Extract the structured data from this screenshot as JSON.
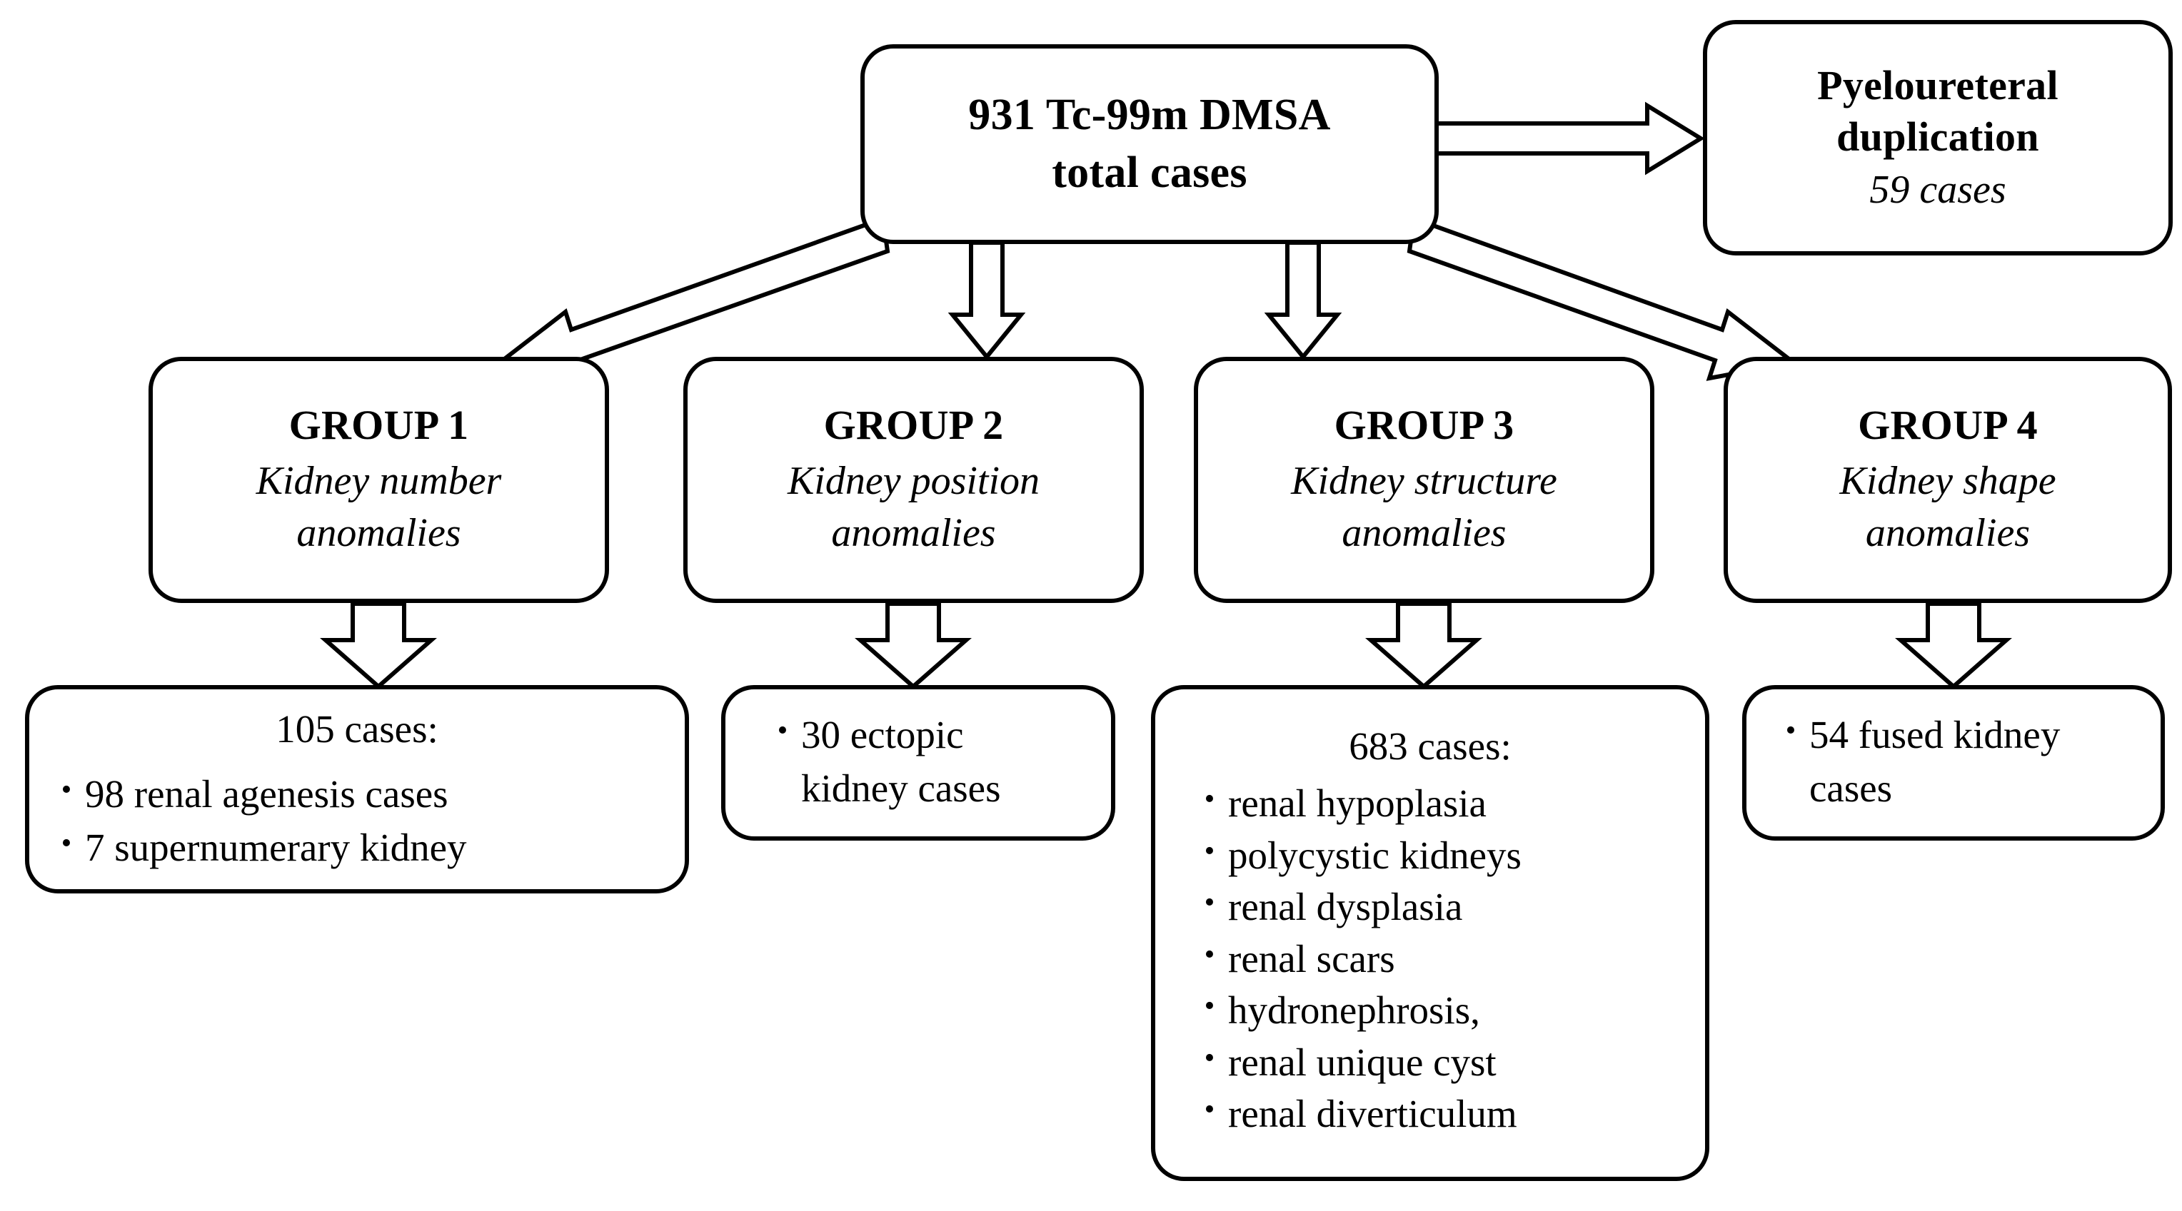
{
  "diagram": {
    "type": "flowchart",
    "root": {
      "title_line1": "931 Tc-99m DMSA",
      "title_line2": "total cases"
    },
    "side": {
      "title_line1": "Pyeloureteral",
      "title_line2": "duplication",
      "cases": "59 cases"
    },
    "groups": [
      {
        "title": "GROUP 1",
        "subtitle_line1": "Kidney number",
        "subtitle_line2": "anomalies"
      },
      {
        "title": "GROUP 2",
        "subtitle_line1": "Kidney position",
        "subtitle_line2": "anomalies"
      },
      {
        "title": "GROUP 3",
        "subtitle_line1": "Kidney structure",
        "subtitle_line2": "anomalies"
      },
      {
        "title": "GROUP 4",
        "subtitle_line1": "Kidney shape",
        "subtitle_line2": "anomalies"
      }
    ],
    "leaves": [
      {
        "head": "105 cases:",
        "bullet": "•",
        "items": [
          "98 renal agenesis  cases",
          "7 supernumerary  kidney"
        ]
      },
      {
        "head": "",
        "bullet": "•",
        "items": [
          "30 ectopic",
          "kidney cases"
        ],
        "wrapped_single_item": true
      },
      {
        "head": "683 cases:",
        "bullet": "•",
        "items": [
          "renal hypoplasia",
          "polycystic  kidneys",
          "renal dysplasia",
          "renal scars",
          "hydronephrosis,",
          "renal unique cyst",
          "renal diverticulum"
        ]
      },
      {
        "head": "",
        "bullet": "•",
        "items": [
          "54 fused kidney",
          "cases"
        ],
        "wrapped_single_item": true
      }
    ],
    "colors": {
      "stroke": "#000000",
      "fill": "#ffffff",
      "text": "#000000"
    },
    "arrows": {
      "style": "hollow-block-arrow",
      "count": 9,
      "root_to_group1": "diagonal-down-left",
      "root_to_group2": "straight-down",
      "root_to_group3": "straight-down",
      "root_to_group4": "diagonal-down-right",
      "root_to_side": "straight-right",
      "group_to_leaf": "straight-down"
    }
  }
}
